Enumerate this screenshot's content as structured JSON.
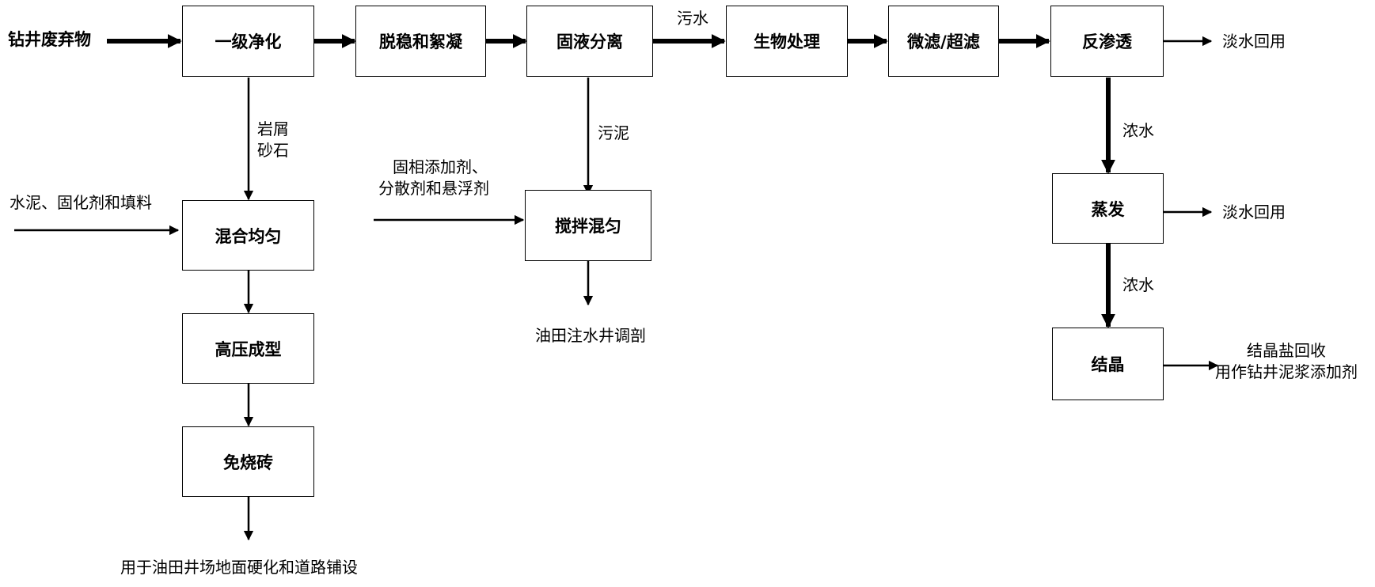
{
  "nodes": {
    "primary_purification": "一级净化",
    "destabilize_flocculate": "脱稳和絮凝",
    "solid_liquid_separation": "固液分离",
    "biological_treatment": "生物处理",
    "micro_ultra_filtration": "微滤/超滤",
    "reverse_osmosis": "反渗透",
    "mix_evenly_left": "混合均匀",
    "high_pressure_forming": "高压成型",
    "unfired_brick": "免烧砖",
    "stir_mix": "搅拌混匀",
    "evaporation": "蒸发",
    "crystallization": "结晶"
  },
  "labels": {
    "drilling_waste": "钻井废弃物",
    "sewage": "污水",
    "rock_cuttings_1": "岩屑",
    "rock_cuttings_2": "砂石",
    "cement_additives": "水泥、固化剂和填料",
    "sludge": "污泥",
    "solid_additives_1": "固相添加剂、",
    "solid_additives_2": "分散剂和悬浮剂",
    "fresh_water_reuse_1": "淡水回用",
    "fresh_water_reuse_2": "淡水回用",
    "concentrate_1": "浓水",
    "concentrate_2": "浓水",
    "salt_recovery_1": "结晶盐回收",
    "salt_recovery_2": "用作钻井泥浆添加剂",
    "water_injection_profile": "油田注水井调剖",
    "brick_use": "用于油田井场地面硬化和道路铺设"
  }
}
